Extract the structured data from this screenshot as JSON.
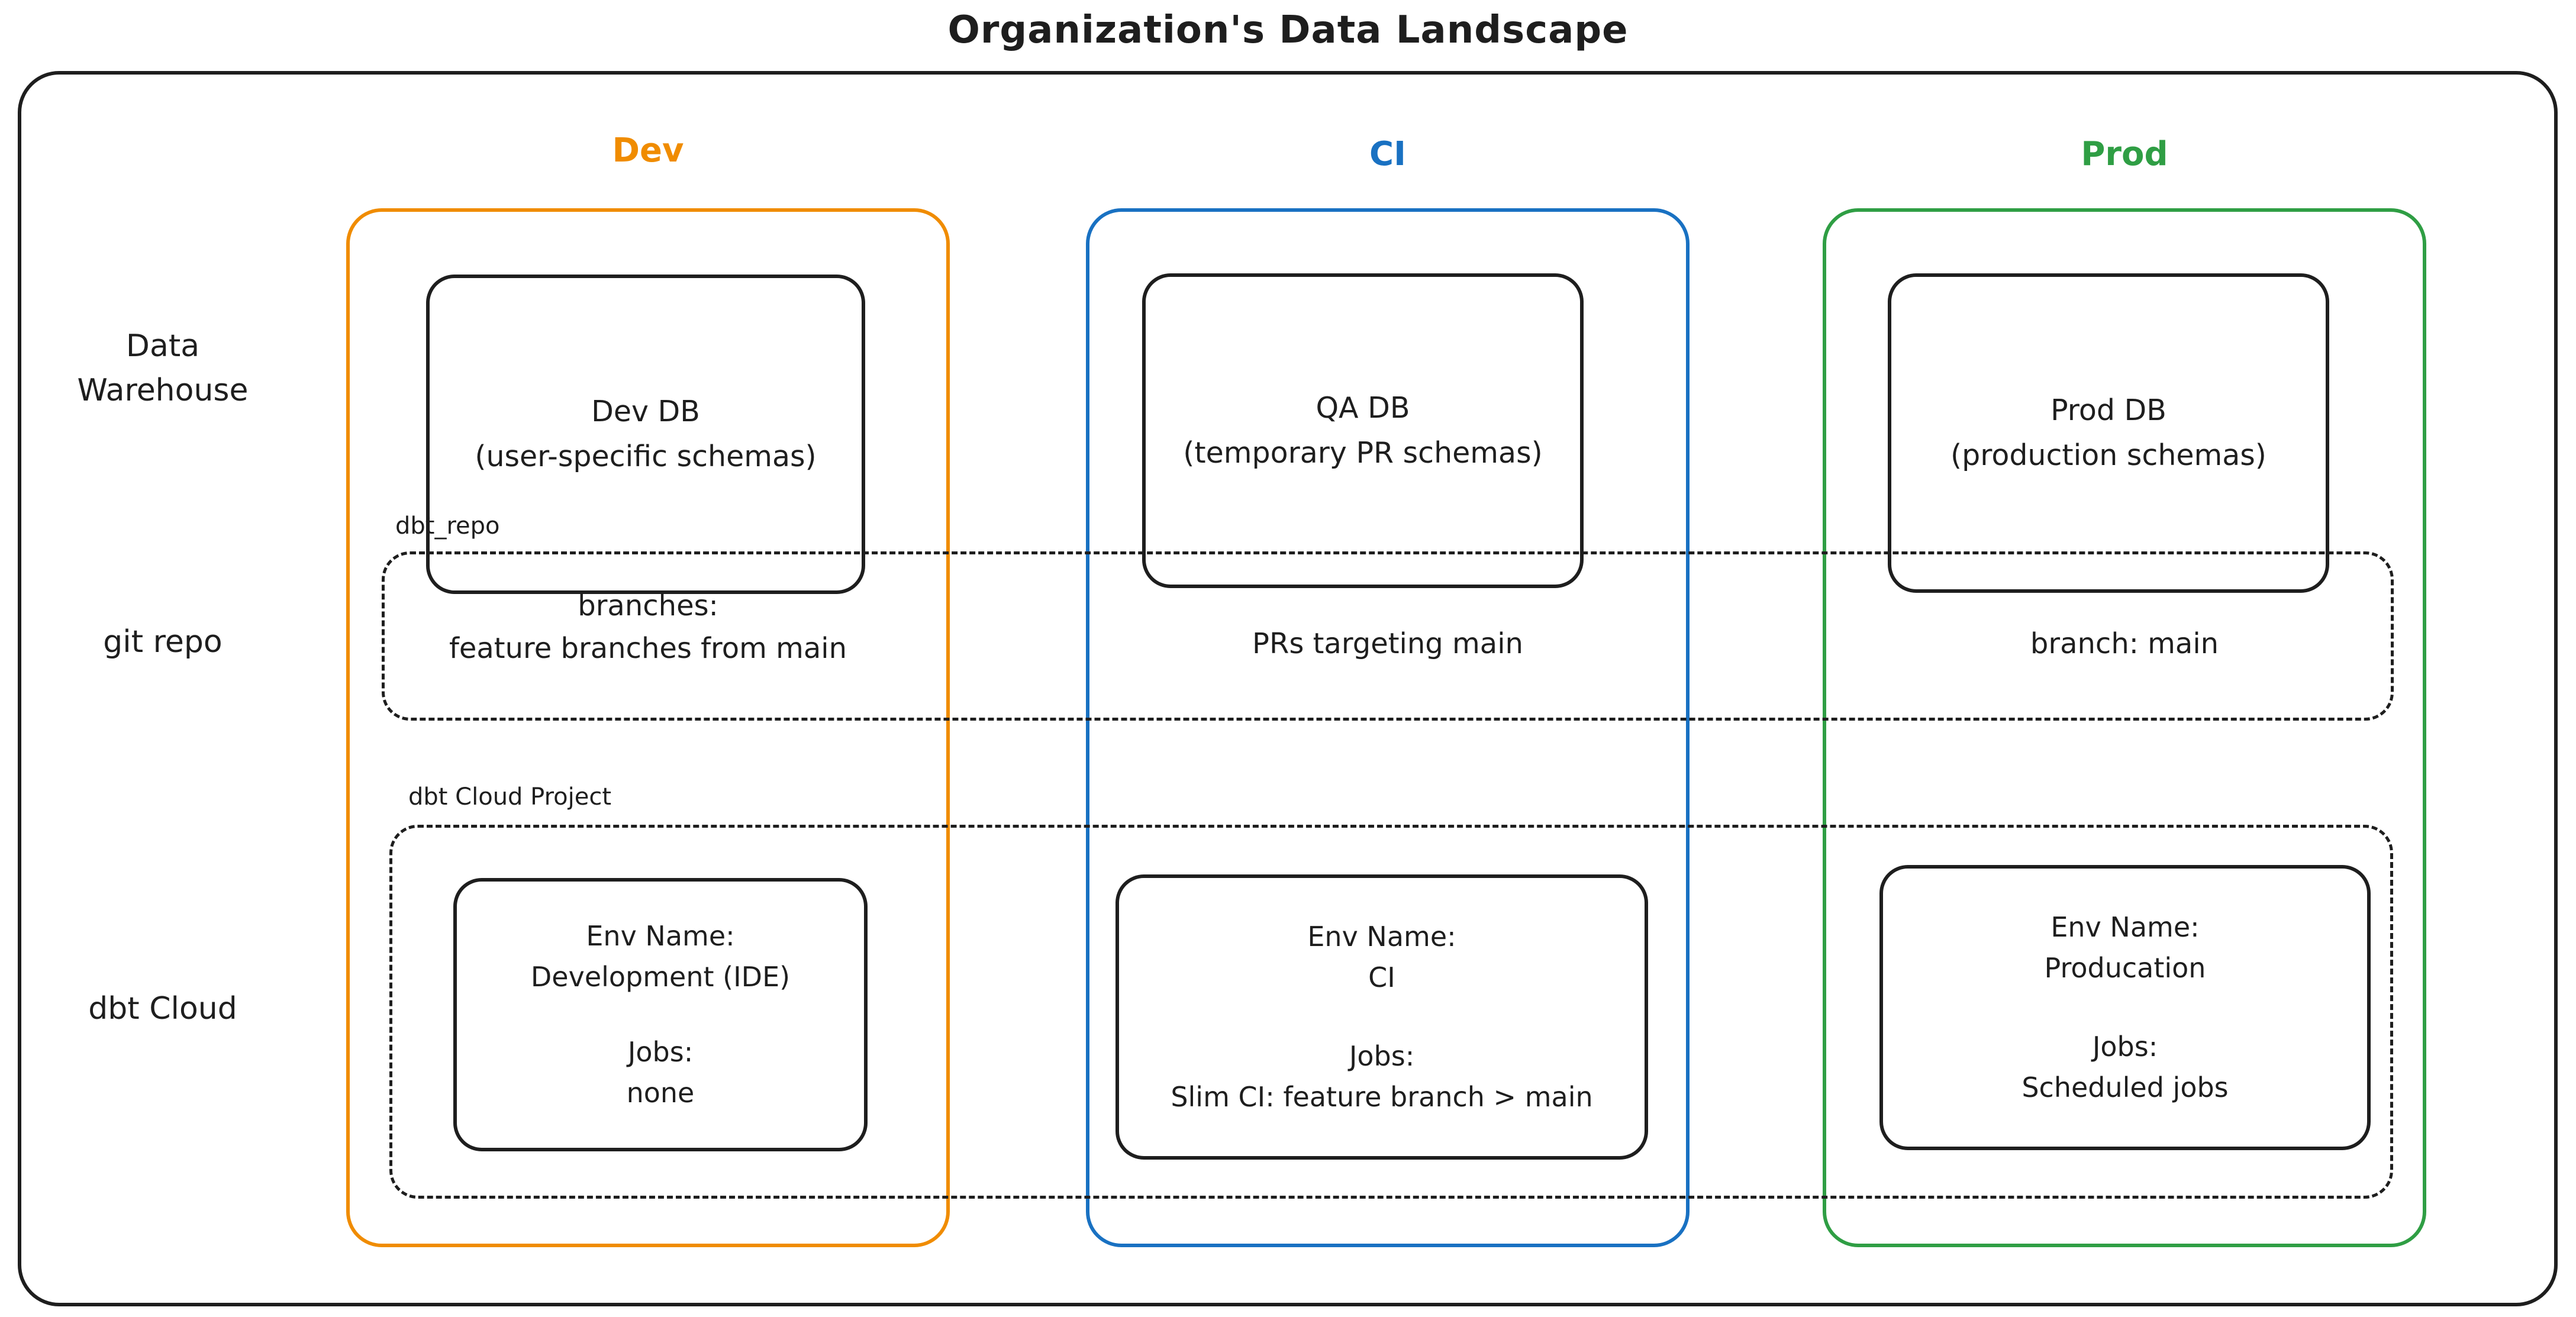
{
  "title": "Organization's Data Landscape",
  "colors": {
    "dev_accent": "#f08c00",
    "ci_accent": "#1971c2",
    "prod_accent": "#2f9e44",
    "stroke": "#1e1e1e"
  },
  "headers": {
    "dev": "Dev",
    "ci": "CI",
    "prod": "Prod"
  },
  "row_labels": {
    "warehouse": "Data\nWarehouse",
    "git": "git repo",
    "dbt": "dbt Cloud"
  },
  "warehouse_row": {
    "dev": "Dev DB\n(user-specific schemas)",
    "ci": "QA DB\n(temporary PR schemas)",
    "prod": "Prod DB\n(production schemas)"
  },
  "git_row": {
    "container_label": "dbt_repo",
    "dev": "branches:\nfeature branches from main",
    "ci": "PRs targeting main",
    "prod": "branch: main"
  },
  "dbt_row": {
    "container_label": "dbt Cloud Project",
    "dev": {
      "env_label": "Env Name:",
      "env_value": "Development (IDE)",
      "jobs_label": "Jobs:",
      "jobs_value": "none"
    },
    "ci": {
      "env_label": "Env Name:",
      "env_value": "CI",
      "jobs_label": "Jobs:",
      "jobs_value": "Slim CI: feature branch > main"
    },
    "prod": {
      "env_label": "Env Name:",
      "env_value": "Producation",
      "jobs_label": "Jobs:",
      "jobs_value": "Scheduled jobs"
    }
  }
}
